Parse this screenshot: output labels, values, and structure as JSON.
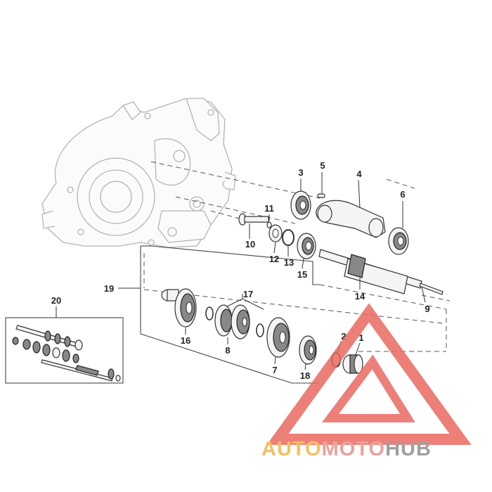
{
  "callouts": [
    {
      "id": "1",
      "label": "1"
    },
    {
      "id": "2",
      "label": "2"
    },
    {
      "id": "3",
      "label": "3"
    },
    {
      "id": "4",
      "label": "4"
    },
    {
      "id": "5",
      "label": "5"
    },
    {
      "id": "6",
      "label": "6"
    },
    {
      "id": "7",
      "label": "7"
    },
    {
      "id": "8",
      "label": "8"
    },
    {
      "id": "9",
      "label": "9"
    },
    {
      "id": "10",
      "label": "10"
    },
    {
      "id": "11",
      "label": "11"
    },
    {
      "id": "12",
      "label": "12"
    },
    {
      "id": "13",
      "label": "13"
    },
    {
      "id": "14",
      "label": "14"
    },
    {
      "id": "15",
      "label": "15"
    },
    {
      "id": "16",
      "label": "16"
    },
    {
      "id": "17",
      "label": "17"
    },
    {
      "id": "18",
      "label": "18"
    },
    {
      "id": "19",
      "label": "19"
    },
    {
      "id": "20",
      "label": "20"
    }
  ],
  "watermark": {
    "part_a": "AUTO",
    "part_b": "MOTO",
    "part_c": "HUB",
    "color_a": "#f2b64a",
    "color_b": "#e8908a",
    "color_c": "#8f8f8f",
    "triangle_color": "#e96a62"
  }
}
